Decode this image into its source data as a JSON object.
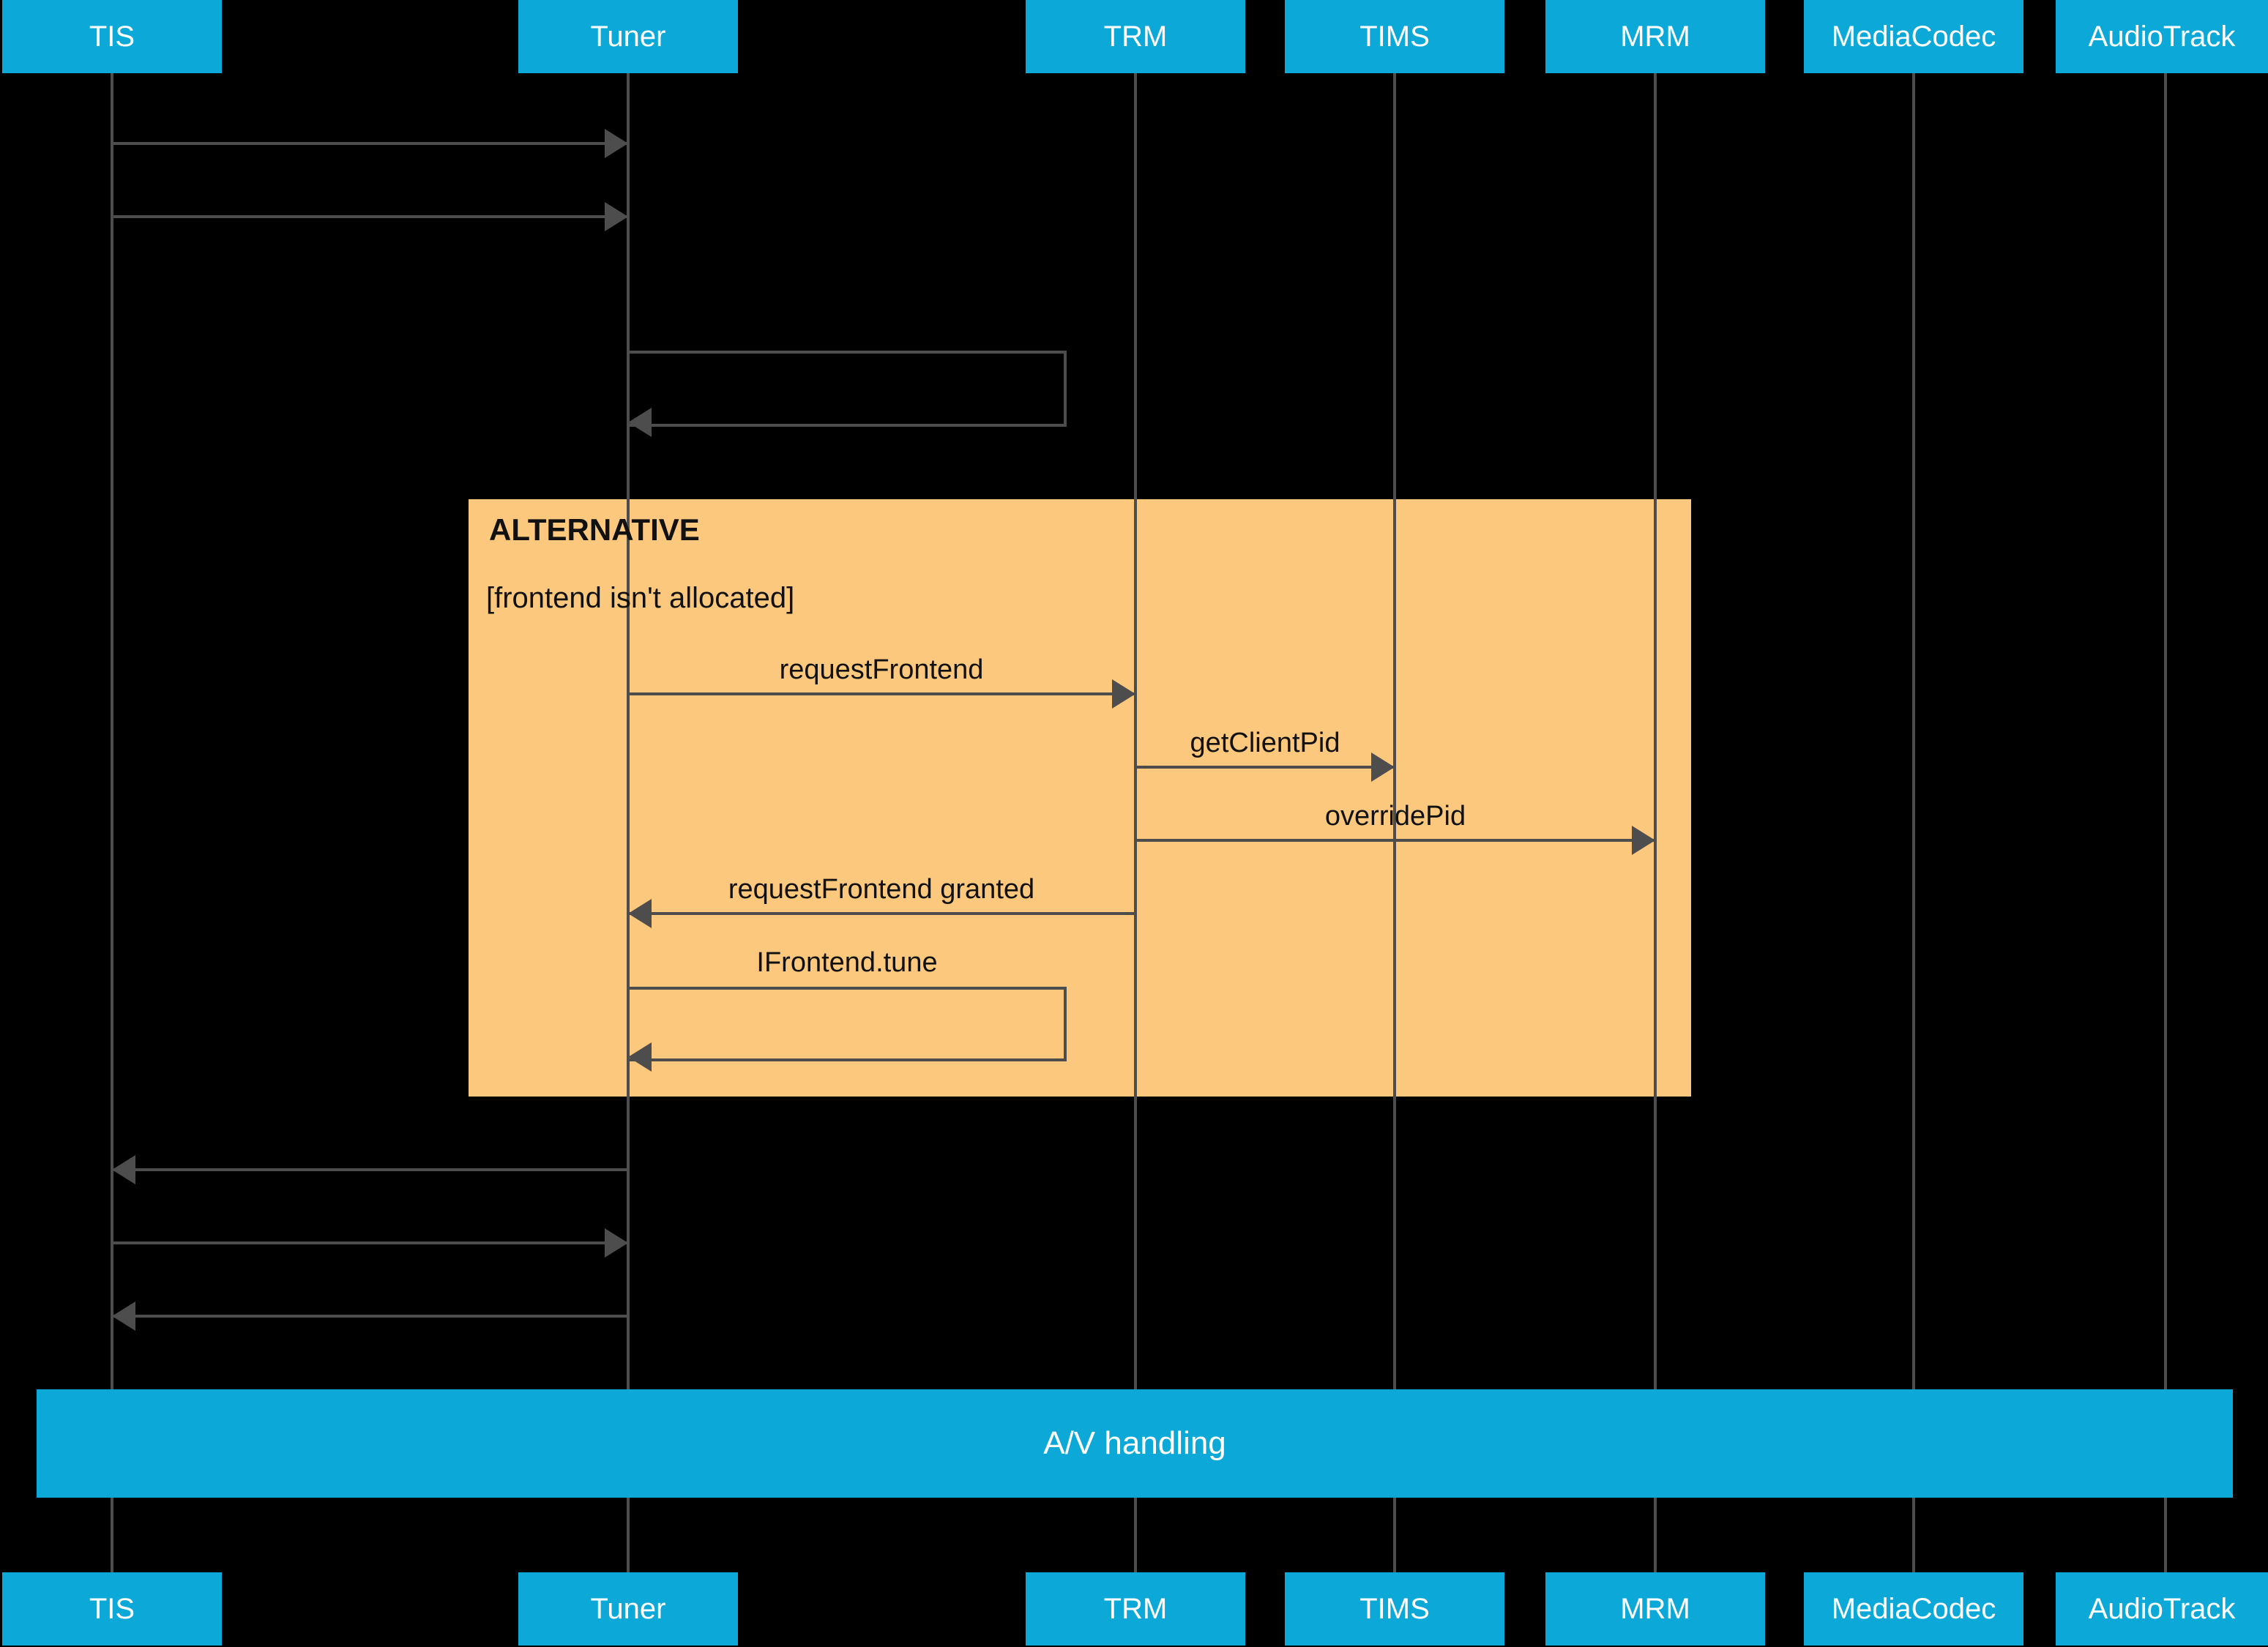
{
  "diagram_type": "uml-sequence-diagram",
  "actors": [
    {
      "label": "TIS"
    },
    {
      "label": "Tuner"
    },
    {
      "label": "TRM"
    },
    {
      "label": "TIMS"
    },
    {
      "label": "MRM"
    },
    {
      "label": "MediaCodec"
    },
    {
      "label": "AudioTrack"
    }
  ],
  "alt_fragment": {
    "operator": "ALTERNATIVE",
    "guard": "[frontend isn't allocated]",
    "messages": {
      "request_frontend": "requestFrontend",
      "get_client_pid": "getClientPid",
      "override_pid": "overridePid",
      "request_frontend_granted": "requestFrontend granted",
      "ifrontend_tune": "IFrontend.tune"
    }
  },
  "av_bar": {
    "label": "A/V handling"
  },
  "unlabeled_arrows": {
    "top_tis_to_tuner": 2,
    "tuner_self_call": 1,
    "bottom_tuner_to_tis": 2,
    "bottom_tis_to_tuner": 1
  },
  "colors": {
    "background": "#000000",
    "actor_fill": "#0ca9d8",
    "actor_text": "#ffffff",
    "alt_fill": "#fcc87d",
    "line": "#4d4d4d",
    "label_text": "#111111"
  }
}
